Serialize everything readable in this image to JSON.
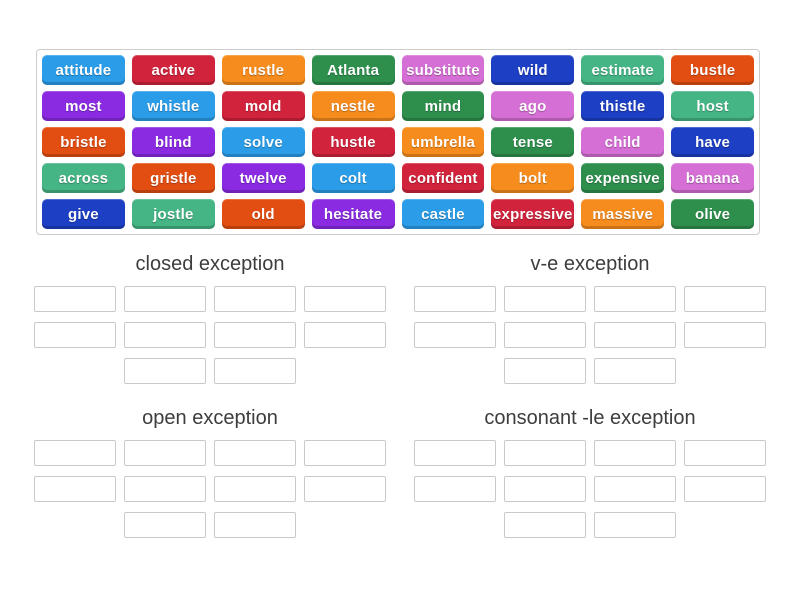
{
  "word_bank": {
    "tiles": [
      "attitude",
      "active",
      "rustle",
      "Atlanta",
      "substitute",
      "wild",
      "estimate",
      "bustle",
      "most",
      "whistle",
      "mold",
      "nestle",
      "mind",
      "ago",
      "thistle",
      "host",
      "bristle",
      "blind",
      "solve",
      "hustle",
      "umbrella",
      "tense",
      "child",
      "have",
      "across",
      "gristle",
      "twelve",
      "colt",
      "confident",
      "bolt",
      "expensive",
      "banana",
      "give",
      "jostle",
      "old",
      "hesitate",
      "castle",
      "expressive",
      "massive",
      "olive"
    ],
    "tile_colors": [
      "#2b9de8",
      "#d2233c",
      "#f78c1e",
      "#2e8f4d",
      "#d56fd5",
      "#1d3fc4",
      "#45b585",
      "#e24d12",
      "#8a2be2"
    ],
    "tile_text_color": "#ffffff",
    "border_color": "#cccccc"
  },
  "groups": [
    {
      "title": "closed exception",
      "slot_rows": [
        4,
        4,
        2
      ]
    },
    {
      "title": "v-e exception",
      "slot_rows": [
        4,
        4,
        2
      ]
    },
    {
      "title": "open exception",
      "slot_rows": [
        4,
        4,
        2
      ]
    },
    {
      "title": "consonant -le exception",
      "slot_rows": [
        4,
        4,
        2
      ]
    }
  ]
}
